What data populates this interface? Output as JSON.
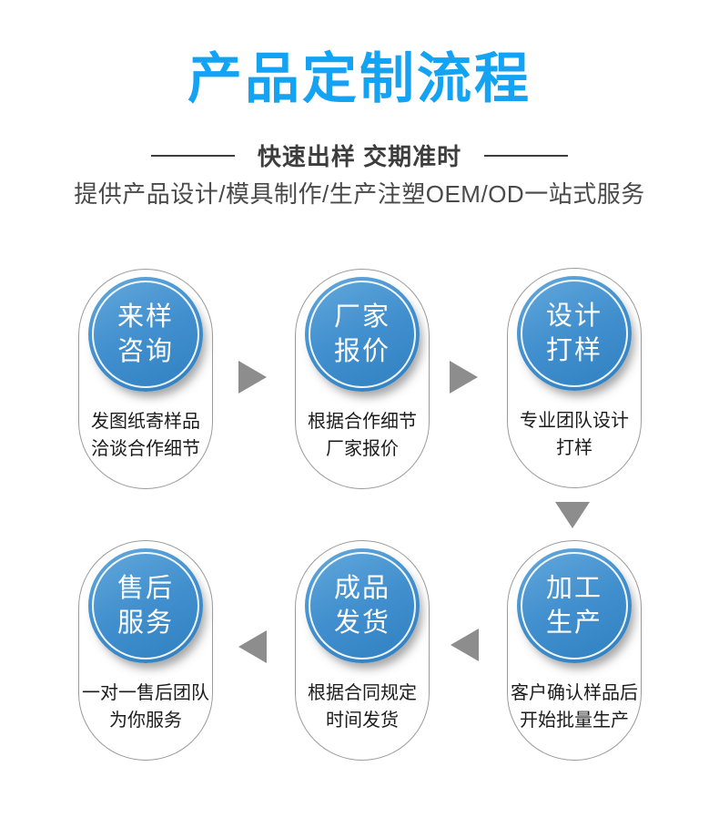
{
  "header": {
    "title": "产品定制流程",
    "subtitle": "快速出样 交期准时",
    "tagline": "提供产品设计/模具制作/生产注塑OEM/OD一站式服务"
  },
  "colors": {
    "title_blue": "#14a2f2",
    "circle_blue_top": "#64a9dc",
    "circle_blue_bottom": "#2f7fc0",
    "circle_ring_white": "#ffffff",
    "arrow_gray": "#8d8d8d",
    "pill_border_gray": "#9b9b9b",
    "heading_text_gray": "#3d3d3d",
    "desc_text_dark": "#1c1c1c"
  },
  "flow": {
    "steps": [
      {
        "label_line1": "来样",
        "label_line2": "咨询",
        "desc_line1": "发图纸寄样品",
        "desc_line2": "洽谈合作细节"
      },
      {
        "label_line1": "厂家",
        "label_line2": "报价",
        "desc_line1": "根据合作细节",
        "desc_line2": "厂家报价"
      },
      {
        "label_line1": "设计",
        "label_line2": "打样",
        "desc_line1": "专业团队设计",
        "desc_line2": "打样"
      },
      {
        "label_line1": "加工",
        "label_line2": "生产",
        "desc_line1": "客户确认样品后",
        "desc_line2": "开始批量生产"
      },
      {
        "label_line1": "成品",
        "label_line2": "发货",
        "desc_line1": "根据合同规定",
        "desc_line2": "时间发货"
      },
      {
        "label_line1": "售后",
        "label_line2": "服务",
        "desc_line1": "一对一售后团队",
        "desc_line2": "为你服务"
      }
    ],
    "arrow_directions": [
      "right",
      "right",
      "down",
      "left",
      "left"
    ]
  }
}
